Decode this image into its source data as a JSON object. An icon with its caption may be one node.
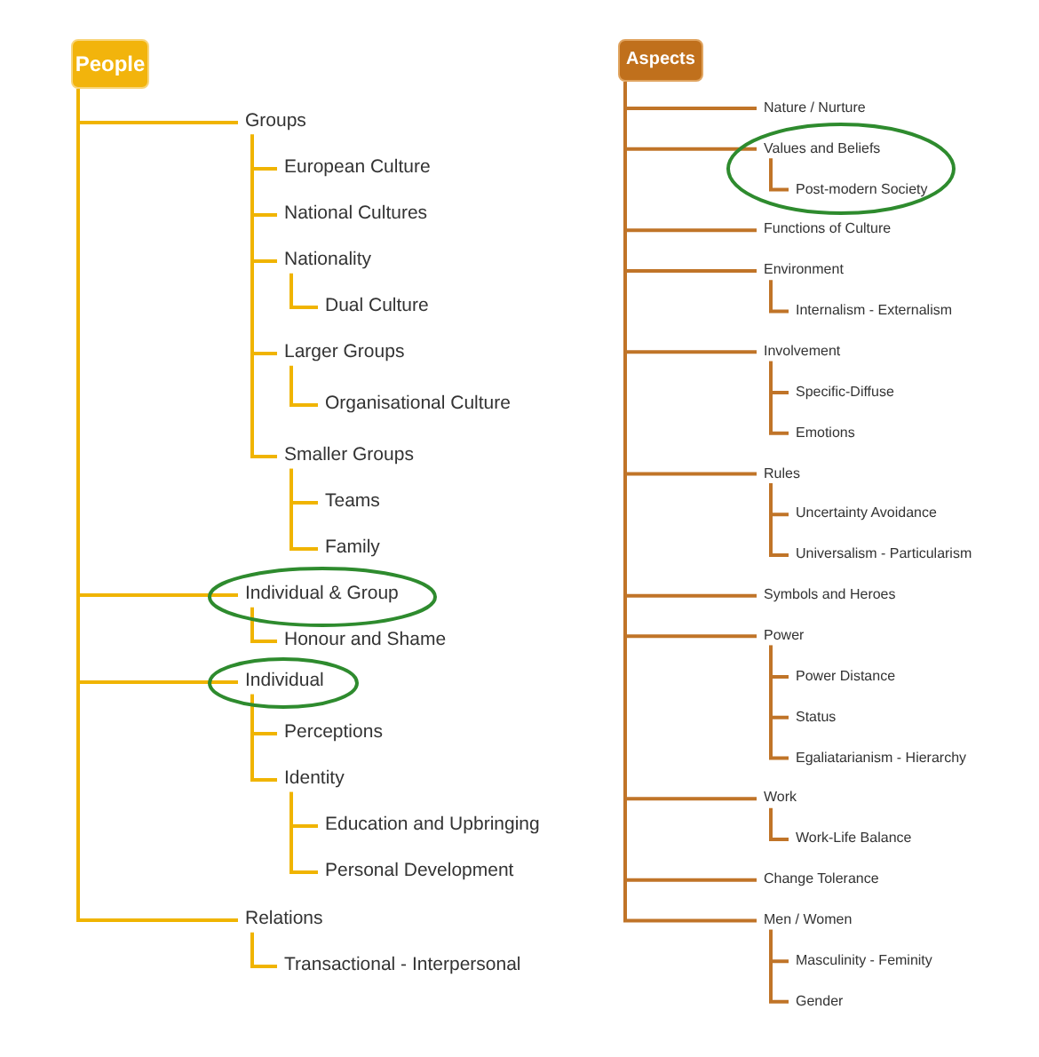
{
  "diagram": {
    "nodes": [
      {
        "text": [
          "People"
        ]
      },
      {
        "text": [
          "Groups"
        ]
      },
      {
        "text": [
          "European Culture"
        ]
      },
      {
        "text": [
          "National Cultures"
        ]
      },
      {
        "text": [
          "Nationality"
        ]
      },
      {
        "text": [
          "Dual Culture"
        ]
      },
      {
        "text": [
          "Larger Groups"
        ]
      },
      {
        "text": [
          "Organisational Culture"
        ]
      },
      {
        "text": [
          "Smaller Groups"
        ]
      },
      {
        "text": [
          "Teams"
        ]
      },
      {
        "text": [
          "Family"
        ]
      },
      {
        "text": [],
        "shape": "oval"
      },
      {
        "text": [
          "Individual & Group"
        ],
        "in": 11
      },
      {
        "text": [
          "Honour and Shame"
        ]
      },
      {
        "text": [],
        "shape": "oval"
      },
      {
        "text": [
          "Individual"
        ],
        "in": 14
      },
      {
        "text": [
          "Perceptions"
        ]
      },
      {
        "text": [
          "Identity"
        ]
      },
      {
        "text": [
          "Education and Upbringing"
        ]
      },
      {
        "text": [
          "Personal Development"
        ]
      },
      {
        "text": [
          "Relations"
        ]
      },
      {
        "text": [
          "Transactional - Interpersonal"
        ]
      },
      {
        "text": [
          "Aspects"
        ]
      },
      {
        "text": [
          "Nature / Nurture"
        ]
      },
      {
        "text": [],
        "shape": "oval"
      },
      {
        "text": [
          "Values and Beliefs"
        ],
        "in": 24
      },
      {
        "text": [
          "Post-modern Society"
        ],
        "in": 24
      },
      {
        "text": [
          "Functions of Culture"
        ]
      },
      {
        "text": [
          "Environment"
        ]
      },
      {
        "text": [
          "Internalism - Externalism"
        ]
      },
      {
        "text": [
          "Involvement"
        ]
      },
      {
        "text": [
          "Specific-Diffuse"
        ]
      },
      {
        "text": [
          "Emotions"
        ]
      },
      {
        "text": [
          "Rules"
        ]
      },
      {
        "text": [
          "Uncertainty Avoidance"
        ]
      },
      {
        "text": [
          "Universalism - Particularism"
        ]
      },
      {
        "text": [
          "Symbols and Heroes"
        ]
      },
      {
        "text": [
          "Power"
        ]
      },
      {
        "text": [
          "Power Distance"
        ]
      },
      {
        "text": [
          "Status"
        ]
      },
      {
        "text": [
          "Egaliatarianism - Hierarchy"
        ]
      },
      {
        "text": [
          "Work"
        ]
      },
      {
        "text": [
          "Work-Life Balance"
        ]
      },
      {
        "text": [
          "Change Tolerance"
        ]
      },
      {
        "text": [
          "Men / Women"
        ]
      },
      {
        "text": [
          "Masculinity - Feminity"
        ]
      },
      {
        "text": [
          "Gender"
        ]
      }
    ],
    "edges": [
      {
        "from": 0,
        "to": 1,
        "arrow": "none",
        "color": "#f0b400"
      },
      {
        "from": 1,
        "to": 2,
        "arrow": "none",
        "color": "#f0b400"
      },
      {
        "from": 1,
        "to": 3,
        "arrow": "none",
        "color": "#f0b400"
      },
      {
        "from": 1,
        "to": 4,
        "arrow": "none",
        "color": "#f0b400"
      },
      {
        "from": 4,
        "to": 5,
        "arrow": "none",
        "color": "#f0b400"
      },
      {
        "from": 1,
        "to": 6,
        "arrow": "none",
        "color": "#f0b400"
      },
      {
        "from": 6,
        "to": 7,
        "arrow": "none",
        "color": "#f0b400"
      },
      {
        "from": 1,
        "to": 8,
        "arrow": "none",
        "color": "#f0b400"
      },
      {
        "from": 8,
        "to": 9,
        "arrow": "none",
        "color": "#f0b400"
      },
      {
        "from": 8,
        "to": 10,
        "arrow": "none",
        "color": "#f0b400"
      },
      {
        "from": 0,
        "to": 12,
        "arrow": "none",
        "color": "#f0b400"
      },
      {
        "from": 12,
        "to": 13,
        "arrow": "none",
        "color": "#f0b400"
      },
      {
        "from": 0,
        "to": 15,
        "arrow": "none",
        "color": "#f0b400"
      },
      {
        "from": 15,
        "to": 16,
        "arrow": "none",
        "color": "#f0b400"
      },
      {
        "from": 15,
        "to": 17,
        "arrow": "none",
        "color": "#f0b400"
      },
      {
        "from": 17,
        "to": 18,
        "arrow": "none",
        "color": "#f0b400"
      },
      {
        "from": 17,
        "to": 19,
        "arrow": "none",
        "color": "#f0b400"
      },
      {
        "from": 0,
        "to": 20,
        "arrow": "none",
        "color": "#f0b400"
      },
      {
        "from": 20,
        "to": 21,
        "arrow": "none",
        "color": "#f0b400"
      },
      {
        "from": 22,
        "to": 23,
        "arrow": "none"
      },
      {
        "from": 22,
        "to": 25,
        "arrow": "none"
      },
      {
        "from": 25,
        "to": 26,
        "arrow": "none"
      },
      {
        "from": 22,
        "to": 27,
        "arrow": "none"
      },
      {
        "from": 22,
        "to": 28,
        "arrow": "none"
      },
      {
        "from": 28,
        "to": 29,
        "arrow": "none"
      },
      {
        "from": 22,
        "to": 30,
        "arrow": "none"
      },
      {
        "from": 30,
        "to": 31,
        "arrow": "none"
      },
      {
        "from": 30,
        "to": 32,
        "arrow": "none"
      },
      {
        "from": 22,
        "to": 33,
        "arrow": "none"
      },
      {
        "from": 33,
        "to": 34,
        "arrow": "none"
      },
      {
        "from": 33,
        "to": 35,
        "arrow": "none"
      },
      {
        "from": 22,
        "to": 36,
        "arrow": "none"
      },
      {
        "from": 22,
        "to": 37,
        "arrow": "none"
      },
      {
        "from": 37,
        "to": 38,
        "arrow": "none"
      },
      {
        "from": 37,
        "to": 39,
        "arrow": "none"
      },
      {
        "from": 37,
        "to": 40,
        "arrow": "none"
      },
      {
        "from": 22,
        "to": 41,
        "arrow": "none"
      },
      {
        "from": 41,
        "to": 42,
        "arrow": "none"
      },
      {
        "from": 22,
        "to": 43,
        "arrow": "none"
      },
      {
        "from": 22,
        "to": 44,
        "arrow": "none"
      },
      {
        "from": 44,
        "to": 45,
        "arrow": "none"
      },
      {
        "from": 44,
        "to": 46,
        "arrow": "none"
      }
    ]
  }
}
